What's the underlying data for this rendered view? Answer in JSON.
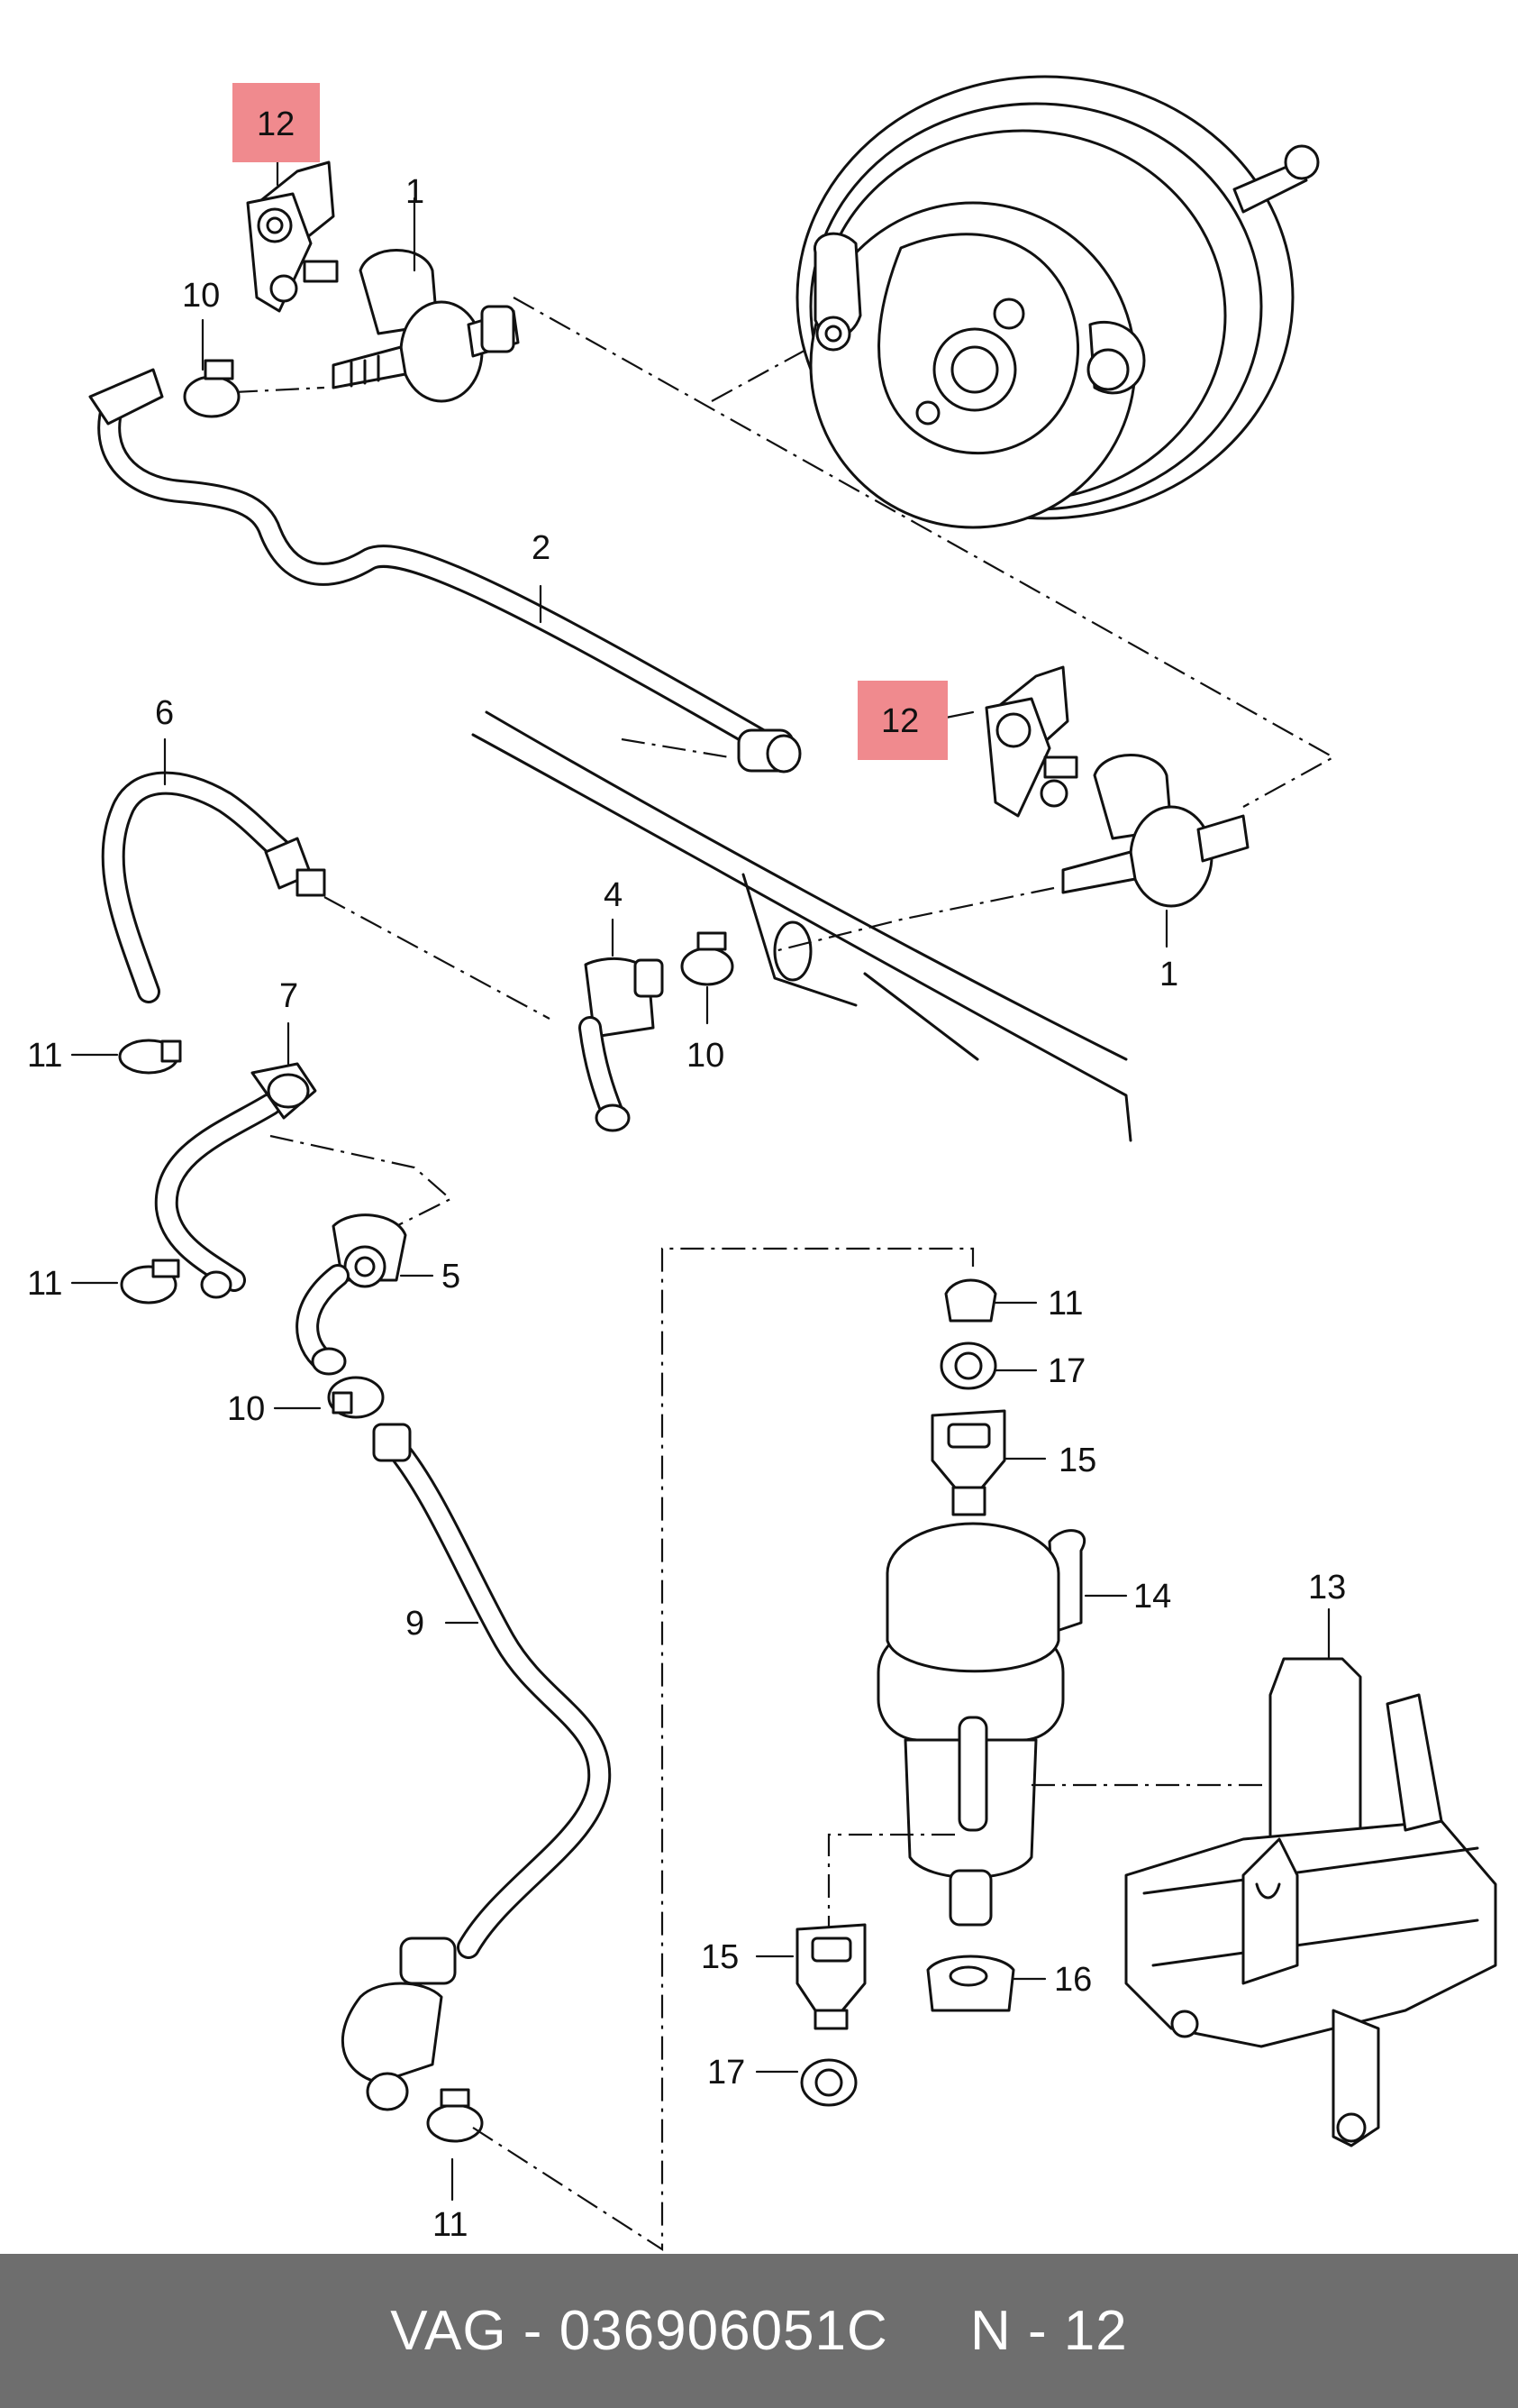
{
  "diagram": {
    "callouts": {
      "p12_top": "12",
      "p1_top": "1",
      "p10_top": "10",
      "p2": "2",
      "p12_mid": "12",
      "p6": "6",
      "p1_mid": "1",
      "p4": "4",
      "p10_mid": "10",
      "p11_a": "11",
      "p7": "7",
      "p11_b": "11",
      "p5": "5",
      "p10_low": "10",
      "p9": "9",
      "p11_c": "11",
      "p11_d": "11",
      "p17_a": "17",
      "p15_a": "15",
      "p14": "14",
      "p13": "13",
      "p15_b": "15",
      "p16": "16",
      "p17_b": "17"
    },
    "highlight_color": "#f08a8e"
  },
  "footer": {
    "brand": "VAG",
    "separator": "-",
    "part_number": "036906051C",
    "position": "N - 12"
  },
  "colors": {
    "footer_bg": "#6e6e6e",
    "footer_text": "#ffffff"
  }
}
